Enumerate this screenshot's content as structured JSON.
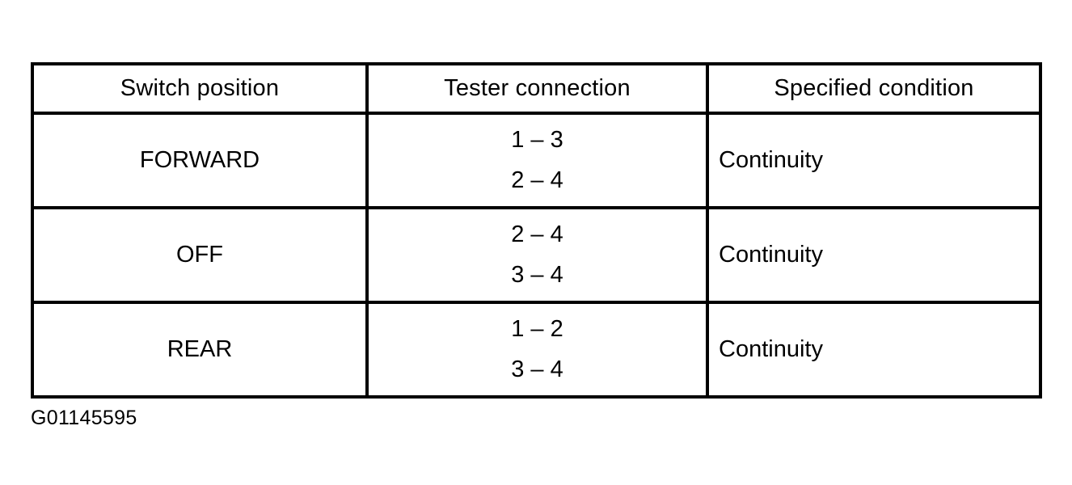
{
  "figure": {
    "caption": "G01145595",
    "background_color": "#ffffff",
    "line_color": "#000000"
  },
  "table": {
    "headers": {
      "switch_position": "Switch position",
      "tester_connection": "Tester connection",
      "specified_condition": "Specified condition"
    },
    "rows": [
      {
        "switch_position": "FORWARD",
        "tester_connection": [
          "1 – 3",
          "2 – 4"
        ],
        "specified_condition": "Continuity"
      },
      {
        "switch_position": "OFF",
        "tester_connection": [
          "2 – 4",
          "3 – 4"
        ],
        "specified_condition": "Continuity"
      },
      {
        "switch_position": "REAR",
        "tester_connection": [
          "1 – 2",
          "3 – 4"
        ],
        "specified_condition": "Continuity"
      }
    ]
  }
}
